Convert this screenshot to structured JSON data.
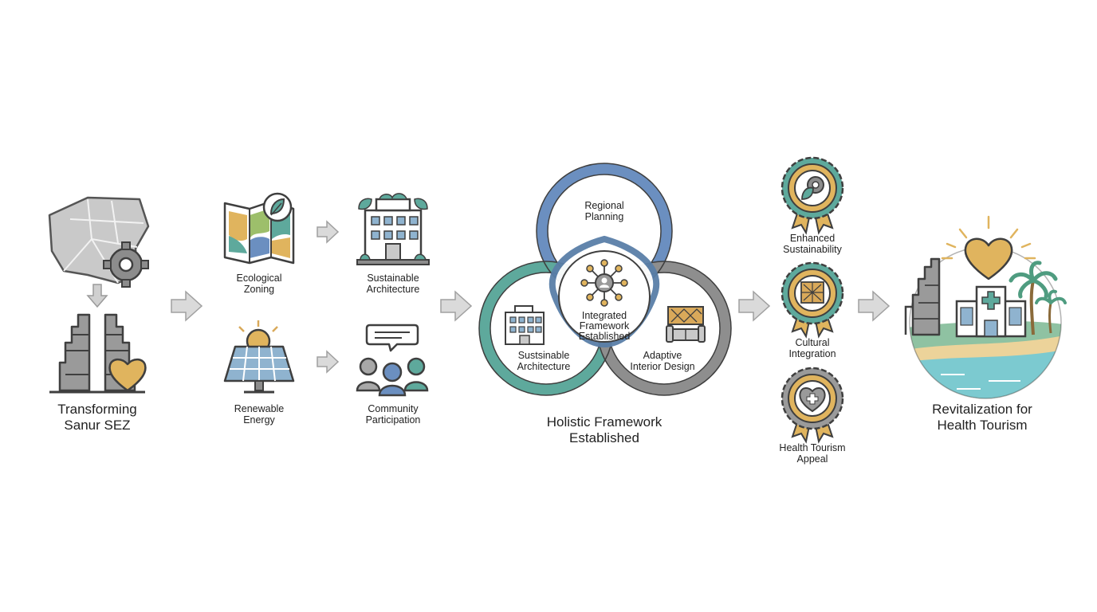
{
  "stage1": {
    "line1": "Transforming",
    "line2": "Sanur SEZ"
  },
  "stage2": {
    "ecological": {
      "line1": "Ecological",
      "line2": "Zoning"
    },
    "renewable": {
      "line1": "Renewable",
      "line2": "Energy"
    },
    "architecture": {
      "line1": "Sustainable",
      "line2": "Architecture"
    },
    "community": {
      "line1": "Community",
      "line2": "Participation"
    }
  },
  "framework": {
    "regional": {
      "line1": "Regional",
      "line2": "Planning"
    },
    "center": {
      "line1": "Integrated",
      "line2": "Framework",
      "line3": "Established"
    },
    "sustainable": {
      "line1": "Sustsinable",
      "line2": "Architecture"
    },
    "adaptive": {
      "line1": "Adaptive",
      "line2": "Interior Design"
    },
    "caption": {
      "line1": "Holistic Framework",
      "line2": "Established"
    }
  },
  "badges": {
    "sustainability": {
      "line1": "Enhanced",
      "line2": "Sustainability"
    },
    "cultural": {
      "line1": "Cultural",
      "line2": "Integration"
    },
    "health": {
      "line1": "Health Tourism",
      "line2": "Appeal"
    }
  },
  "outcome": {
    "line1": "Revitalization for",
    "line2": "Health Tourism"
  },
  "colors": {
    "gray": "#8c8c8c",
    "dark": "#3f3f3f",
    "teal": "#5ea99c",
    "blue": "#6b8fc0",
    "gold": "#d9a95a",
    "arrow": "#c8c8c8"
  }
}
